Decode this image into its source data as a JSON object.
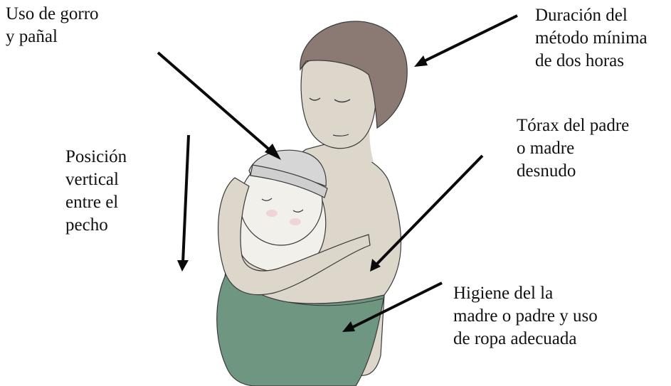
{
  "colors": {
    "hair": "#8b7a73",
    "skin": "#ddd6cb",
    "baby_skin": "#f2f0eb",
    "cap": "#d6d6d6",
    "wrap": "#6f9680",
    "outline": "#3a3a3a",
    "arrow": "#0a0a0a"
  },
  "labels": {
    "gorro": [
      "Uso de gorro",
      "y pañal"
    ],
    "duracion": [
      "Duración del",
      "método mínima",
      "de dos horas"
    ],
    "torax": [
      "Tórax del padre",
      "o madre",
      "desnudo"
    ],
    "posicion": [
      "Posición",
      "vertical",
      "entre el",
      "pecho"
    ],
    "higiene": [
      "Higiene del la",
      "madre o padre y uso",
      "de ropa adecuada"
    ]
  }
}
